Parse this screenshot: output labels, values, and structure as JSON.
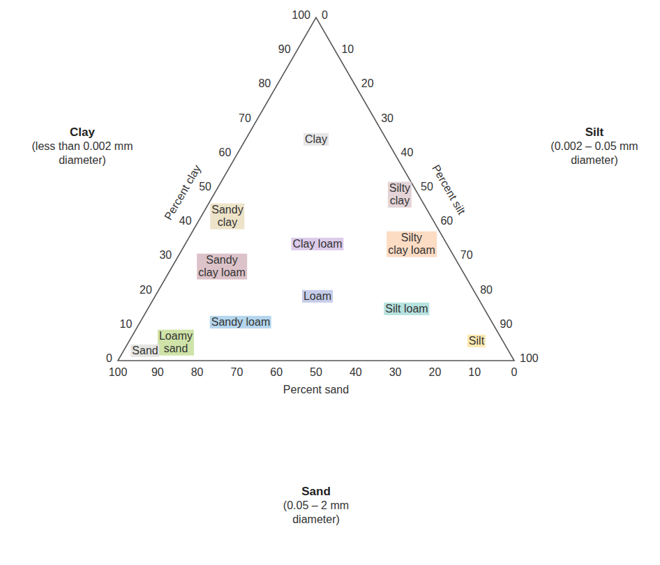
{
  "diagram": {
    "nodes": [
      {
        "text": [
          "Clay",
          "(less than 0.002 mm diameter)"
        ]
      },
      {
        "text": [
          "Silt",
          "(0.002 – 0.05 mm diameter)"
        ]
      },
      {
        "text": [
          "Clay"
        ]
      },
      {
        "text": [
          "Silty clay"
        ]
      },
      {
        "text": [
          "Sandy clay"
        ]
      },
      {
        "text": [
          "Clay loam"
        ]
      },
      {
        "text": [
          "Silty clay loam"
        ]
      },
      {
        "text": [
          "Sandy clay loam"
        ]
      },
      {
        "text": [
          "Loam"
        ]
      },
      {
        "text": [
          "Silt loam"
        ]
      },
      {
        "text": [
          "Sandy loam"
        ]
      },
      {
        "text": [
          "Silt"
        ]
      },
      {
        "text": [
          "Loamy sand"
        ]
      },
      {
        "text": [
          "Sand"
        ]
      },
      {
        "text": [
          "Sand",
          "(0.05 – 2 mm diameter)"
        ]
      }
    ],
    "labels": [
      "100",
      "90",
      "80",
      "70",
      "60",
      "50",
      "40",
      "30",
      "20",
      "10",
      "0",
      "0",
      "10",
      "20",
      "30",
      "40",
      "50",
      "60",
      "70",
      "80",
      "90",
      "100",
      "Percent clay",
      "Percent silt",
      "100",
      "90",
      "80",
      "70",
      "60",
      "50",
      "40",
      "30",
      "20",
      "10",
      "0",
      "Percent sand"
    ]
  }
}
